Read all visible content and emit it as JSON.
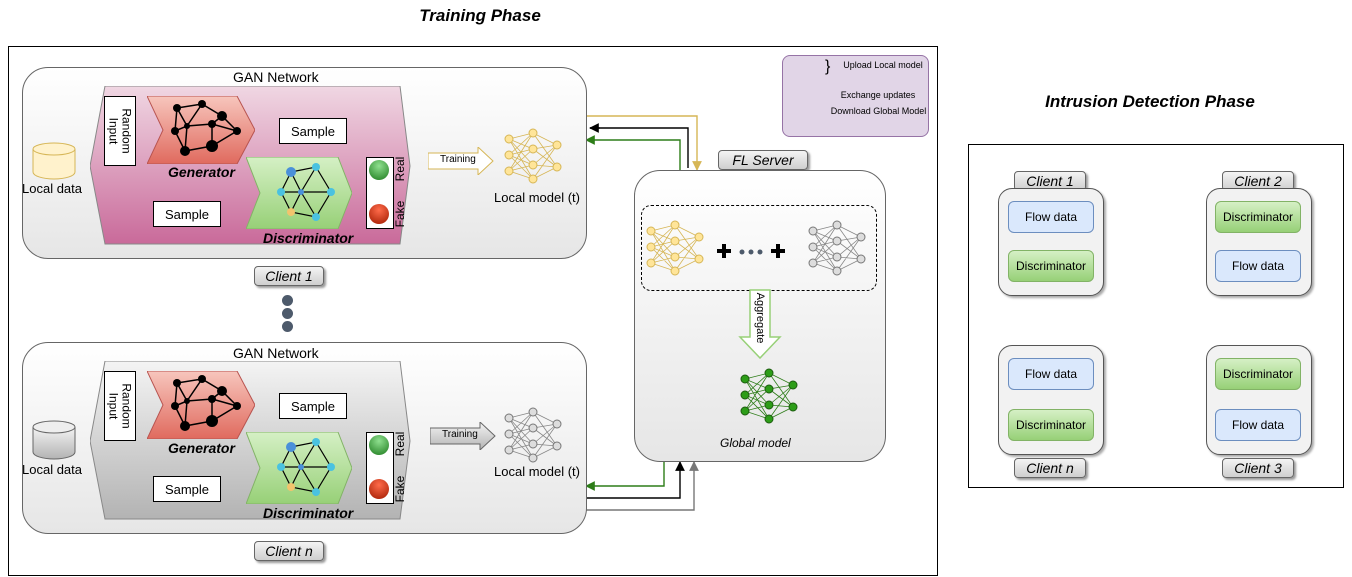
{
  "titles": {
    "training": "Training Phase",
    "detection": "Intrusion Detection Phase"
  },
  "gan": {
    "network_label": "GAN Network",
    "random_input": "Random Input",
    "sample": "Sample",
    "generator": "Generator",
    "discriminator": "Discriminator",
    "real": "Real",
    "fake": "Fake",
    "local_data": "Local data",
    "training": "Training",
    "local_model": "Local model (t)"
  },
  "clients": {
    "client1": "Client 1",
    "clientn": "Client n",
    "client2": "Client 2",
    "client3": "Client 3"
  },
  "server": {
    "label": "FL Server",
    "aggregate": "Aggregate",
    "global_model": "Global model"
  },
  "legend": {
    "upload": "Upload Local model",
    "exchange": "Exchange updates",
    "download": "Download Global Model"
  },
  "detection": {
    "flow_data": "Flow data",
    "discriminator": "Discriminator"
  },
  "colors": {
    "upload": "#d6b656",
    "download": "#2d7d18",
    "client1_fill": "#e6b8cf",
    "clientn_fill": "#c8c8c8",
    "legend_bg": "#e1d5e7"
  }
}
